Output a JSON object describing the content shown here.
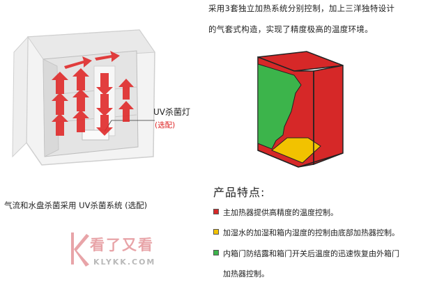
{
  "intro": {
    "line1": "采用3套独立加热系统分别控制，加上三洋独特设计",
    "line2": "的气套式构造，实现了精度极高的温度环境。"
  },
  "left_figure": {
    "uv_label": "UV杀菌灯",
    "uv_optional": "(选配)",
    "caption": "气流和水盘杀菌采用 UV杀菌系统 (选配)"
  },
  "features": {
    "title": "产品特点:",
    "items": [
      {
        "text": "主加热器提供高精度的温度控制。",
        "color": "#d62828"
      },
      {
        "text": "加湿水的加湿和箱内湿度的控制由底部加热器控制。",
        "color": "#f2c200"
      },
      {
        "text": "内箱门防结露和箱门开关后温度的迅速恢复由外箱门",
        "color": "#3cb44b"
      },
      {
        "text": "加热器控制。",
        "color": ""
      }
    ]
  },
  "colors": {
    "heater_red": "#d62828",
    "heater_yellow": "#f2c200",
    "heater_green": "#3cb44b",
    "arrow_red": "#e02a2a"
  },
  "watermark": {
    "text": "看了又看",
    "url": "KLYKK.COM"
  }
}
